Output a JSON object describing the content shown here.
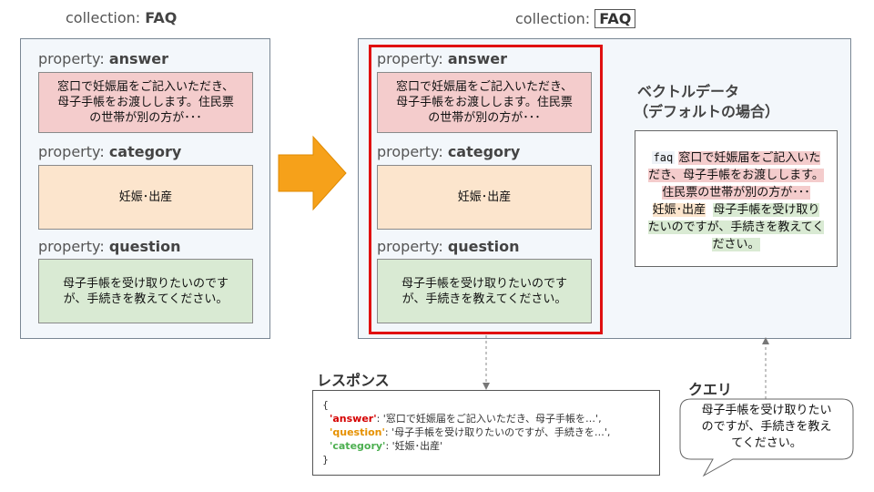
{
  "left_panel": {
    "collection_prefix": "collection: ",
    "collection_name": "FAQ",
    "props": {
      "answer_prefix": "property: ",
      "answer_name": "answer",
      "answer_line1": "窓口で妊娠届をご記入いただき、",
      "answer_line2": "母子手帳をお渡しします。住民票",
      "answer_line3": "の世帯が別の方が･･･",
      "category_prefix": "property: ",
      "category_name": "category",
      "category_value": "妊娠･出産",
      "question_prefix": "property: ",
      "question_name": "question",
      "question_line1": "母子手帳を受け取りたいのです",
      "question_line2": "が、手続きを教えてください。"
    }
  },
  "right_panel": {
    "collection_prefix": "collection: ",
    "collection_name": "FAQ",
    "props": {
      "answer_prefix": "property: ",
      "answer_name": "answer",
      "answer_line1": "窓口で妊娠届をご記入いただき、",
      "answer_line2": "母子手帳をお渡しします。住民票",
      "answer_line3": "の世帯が別の方が･･･",
      "category_prefix": "property: ",
      "category_name": "category",
      "category_value": "妊娠･出産",
      "question_prefix": "property: ",
      "question_name": "question",
      "question_line1": "母子手帳を受け取りたいのです",
      "question_line2": "が、手続きを教えてください。"
    },
    "vector": {
      "title_line1": "ベクトルデータ",
      "title_line2": "（デフォルトの場合）",
      "faq_token": "faq",
      "answer_part1": "窓口で妊娠届をご記入いた",
      "answer_part2": "だき、母子手帳をお渡しします。",
      "answer_part3": "住民票の世帯が別の方が･･･",
      "category_part": "妊娠･出産",
      "question_part1": "母子手帳を受け取り",
      "question_part2": "たいのですが、手続きを教えてく",
      "question_part3": "ださい。"
    }
  },
  "response": {
    "title": "レスポンス",
    "open_brace": "{",
    "close_brace": "}",
    "answer_key": "'answer'",
    "answer_val": ": '窓口で妊娠届をご記入いただき、母子手帳を…',",
    "question_key": "'question'",
    "question_val": ": '母子手帳を受け取りたいのですが、手続きを…',",
    "category_key": "'category'",
    "category_val": ": '妊娠･出産'"
  },
  "query": {
    "title": "クエリ",
    "line1": "母子手帳を受け取りたい",
    "line2": "のですが、手続きを教え",
    "line3": "てください。"
  },
  "colors": {
    "answer": "#f4cccc",
    "category": "#fce5cd",
    "question": "#d9ead3",
    "highlight_frame": "#e01010",
    "arrow": "#f6a11a"
  }
}
